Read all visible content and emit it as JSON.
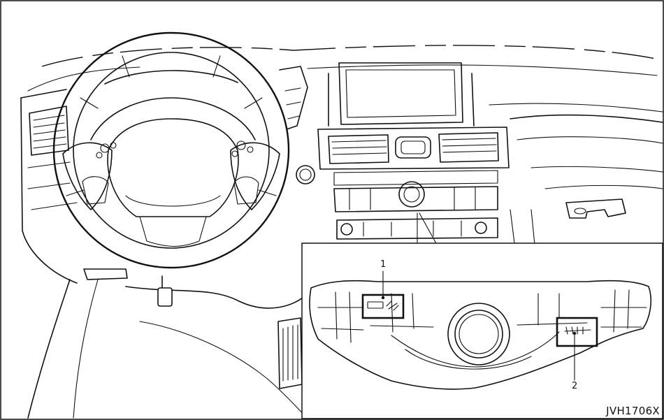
{
  "figure": {
    "reference_code": "JVH1706X",
    "callouts": [
      {
        "id": 1,
        "label": "1"
      },
      {
        "id": 2,
        "label": "2"
      }
    ]
  }
}
